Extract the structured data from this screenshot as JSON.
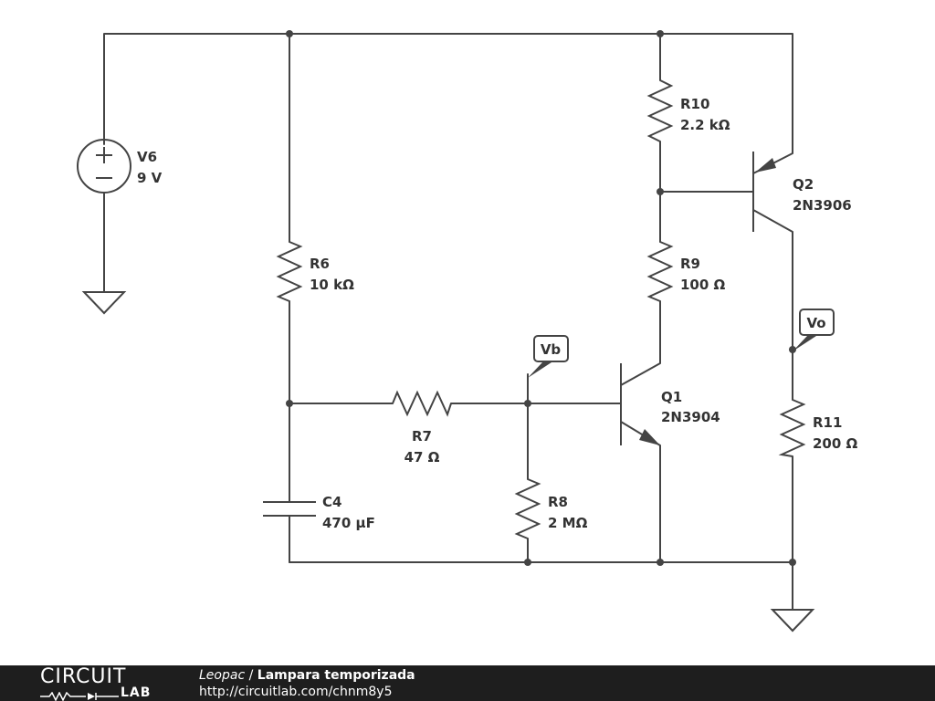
{
  "components": {
    "v6": {
      "name": "V6",
      "value": "9 V"
    },
    "r6": {
      "name": "R6",
      "value": "10 kΩ"
    },
    "r7": {
      "name": "R7",
      "value": "47 Ω"
    },
    "r8": {
      "name": "R8",
      "value": "2 MΩ"
    },
    "r9": {
      "name": "R9",
      "value": "100 Ω"
    },
    "r10": {
      "name": "R10",
      "value": "2.2 kΩ"
    },
    "r11": {
      "name": "R11",
      "value": "200 Ω"
    },
    "c4": {
      "name": "C4",
      "value": "470 µF"
    },
    "q1": {
      "name": "Q1",
      "value": "2N3904"
    },
    "q2": {
      "name": "Q2",
      "value": "2N3906"
    }
  },
  "probes": {
    "vb": "Vb",
    "vo": "Vo"
  },
  "footer": {
    "logo_top": "CIRCUIT",
    "logo_bottom": "LAB",
    "author": "Leopac",
    "separator": " / ",
    "title": "Lampara temporizada",
    "url": "http://circuitlab.com/chnm8y5"
  },
  "colors": {
    "wire": "#444444",
    "footer_bg": "#1e1e1e",
    "footer_text": "#ffffff"
  }
}
